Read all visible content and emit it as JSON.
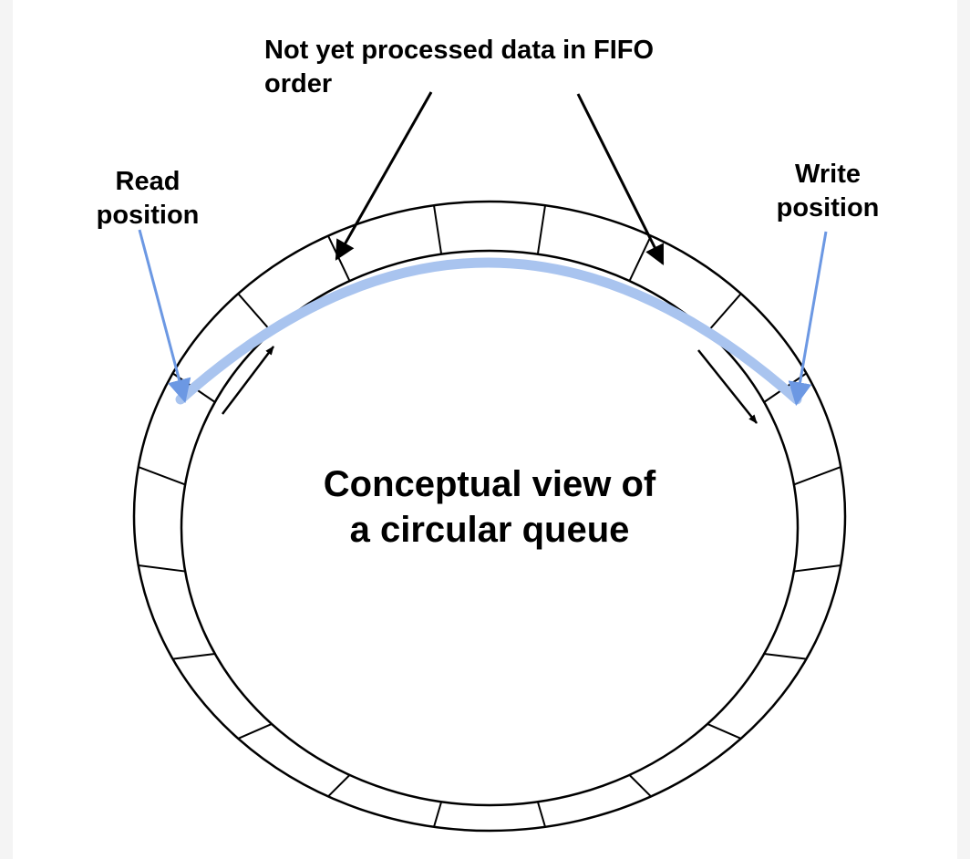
{
  "diagram": {
    "title_line1": "Conceptual view of",
    "title_line2": "a circular queue",
    "fifo_label_line1": "Not yet processed data in FIFO",
    "fifo_label_line2": "order",
    "read_label_line1": "Read",
    "read_label_line2": "position",
    "write_label_line1": "Write",
    "write_label_line2": "position",
    "segment_count": 20,
    "colors": {
      "ring_stroke": "#000000",
      "data_arc": "#a9c4ef",
      "pointer_arrow": "#6c98e3",
      "annotation_arrow": "#000000"
    }
  }
}
